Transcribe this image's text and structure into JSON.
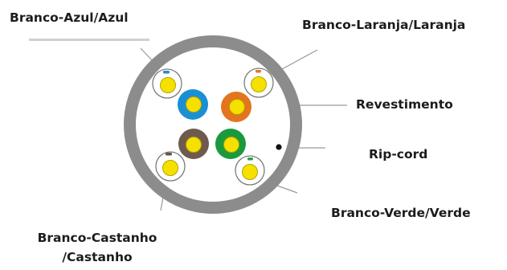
{
  "labels": {
    "branco_azul": "Branco-Azul/Azul",
    "branco_laranja": "Branco-Laranja/Laranja",
    "revestimento": "Revestimento",
    "rip_cord": "Rip-cord",
    "branco_verde": "Branco-Verde/Verde",
    "branco_castanho_line1": "Branco-Castanho",
    "branco_castanho_line2": "/Castanho"
  },
  "colors": {
    "jacket": "#8c8c8c",
    "inner_fill": "#ffffff",
    "conductor": "#f5e000",
    "blue": "#1a8fd6",
    "orange": "#e4741d",
    "brown": "#6f5a4f",
    "green": "#1a9a3c",
    "stripe_blue": "#2b86d4",
    "stripe_orange": "#e07a2a",
    "stripe_brown": "#6a5446",
    "stripe_green": "#2aa34a",
    "leader": "#9a9a9a",
    "ripcord": "#111111"
  }
}
